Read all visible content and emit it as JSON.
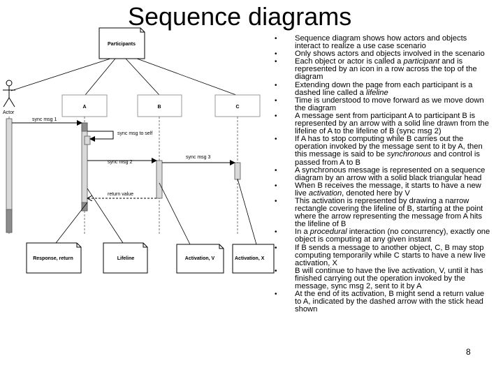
{
  "slide": {
    "title": "Sequence diagrams",
    "page_number": "8"
  },
  "diagram": {
    "participants_note": "Participants",
    "actor_label": "Actor",
    "lifelines": [
      "A",
      "B",
      "C"
    ],
    "messages": {
      "sync1": "sync msg 1",
      "self": "sync msg to self",
      "sync2": "sync msg 2",
      "sync3": "sync msg 3",
      "ret": "return value"
    },
    "notes": {
      "response": "Response, return",
      "lifeline": "Lifeline",
      "activation_v": "Activation, V",
      "activation_x": "Activation, X"
    }
  },
  "bullets": [
    {
      "parts": [
        {
          "t": "Sequence diagram shows how actors and objects interact to realize a use case scenario"
        }
      ]
    },
    {
      "parts": [
        {
          "t": "Only shows actors and objects involved in the scenario"
        }
      ]
    },
    {
      "parts": [
        {
          "t": "Each object or actor is called a "
        },
        {
          "t": "participant",
          "i": true
        },
        {
          "t": " and is represented by an icon in a row across the top of the diagram"
        }
      ]
    },
    {
      "parts": [
        {
          "t": "Extending down the page from each participant is a dashed line called a "
        },
        {
          "t": "lifeline",
          "i": true
        }
      ]
    },
    {
      "parts": [
        {
          "t": "Time is understood to move forward as we move down the diagram"
        }
      ]
    },
    {
      "parts": [
        {
          "t": "A message sent from participant A to participant B is represented by an arrow with a solid line drawn from the lifeline of A to the lifeline of B (sync msg 2)"
        }
      ]
    },
    {
      "parts": [
        {
          "t": "If A has to stop computing while B carries out the operation invoked by the message sent to it by A, then this message is said to be "
        },
        {
          "t": "synchronous",
          "i": true
        },
        {
          "t": " and control is passed from A to B"
        }
      ]
    },
    {
      "parts": [
        {
          "t": "A synchronous message is represented on a sequence diagram by an arrow with a solid black triangular head"
        }
      ]
    },
    {
      "parts": [
        {
          "t": "When B receives the message, it starts to have a new live "
        },
        {
          "t": "activation",
          "i": true
        },
        {
          "t": ", denoted here by V"
        }
      ]
    },
    {
      "parts": [
        {
          "t": "This activation is represented by drawing a narrow rectangle covering the lifeline of B, starting at the point where the arrow representing the message from A hits the lifeline of B"
        }
      ]
    },
    {
      "parts": [
        {
          "t": "In a "
        },
        {
          "t": "procedural",
          "i": true
        },
        {
          "t": " interaction (no concurrency), exactly one object is computing at any given instant"
        }
      ]
    },
    {
      "parts": [
        {
          "t": "If B sends a message to another object, C, B may stop computing temporarily while C starts to have a new live activation, X"
        }
      ]
    },
    {
      "parts": [
        {
          "t": "B will continue to have the live activation, V, until it has finished carrying out the operation invoked by the message, sync msg 2, sent to it by A"
        }
      ]
    },
    {
      "parts": [
        {
          "t": "At the end of its activation, B might send a return value to A, indicated by the dashed arrow with the stick head shown"
        }
      ]
    }
  ]
}
